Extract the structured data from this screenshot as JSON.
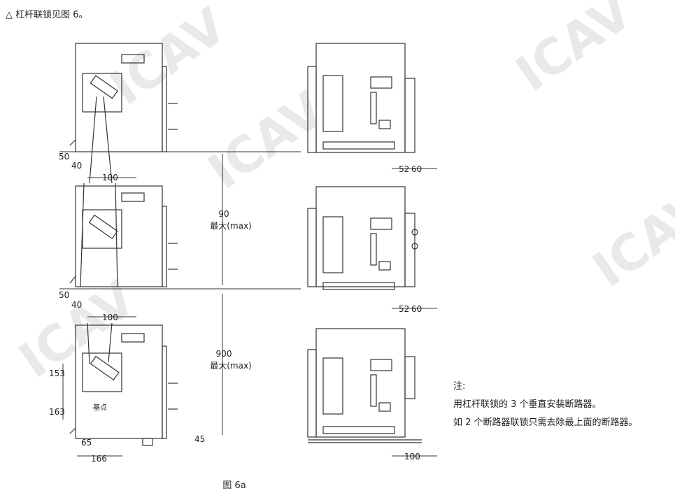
{
  "header": {
    "text": "△ 杠杆联锁见图 6。"
  },
  "figure_caption": "图 6a",
  "notes": {
    "title": "注:",
    "line1": "用杠杆联锁的 3 个垂直安装断路器。",
    "line2": "如 2 个断路器联锁只需去除最上面的断路器。"
  },
  "watermark": "ICAV",
  "dims": {
    "d50a": "50",
    "d40a": "40",
    "d100a": "100",
    "d50b": "50",
    "d40b": "40",
    "d100b": "100",
    "d153": "153",
    "d163": "163",
    "d65": "65",
    "d166": "166",
    "d45": "45",
    "jidian": "基点",
    "gap1_value": "90",
    "gap1_label": "最大(max)",
    "gap2_value": "900",
    "gap2_label": "最大(max)",
    "r52a": "52",
    "r60a": "60",
    "r52b": "52",
    "r60b": "60",
    "r100": "100"
  }
}
